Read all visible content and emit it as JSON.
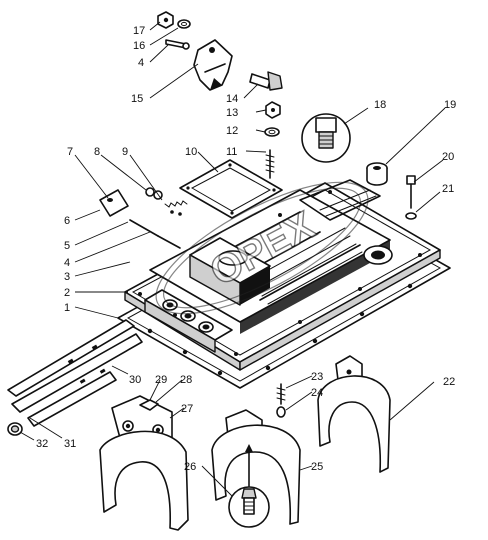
{
  "diagram": {
    "watermark_text": "OPEX",
    "callouts": [
      "1",
      "2",
      "3",
      "4",
      "4",
      "5",
      "6",
      "7",
      "8",
      "9",
      "10",
      "11",
      "12",
      "13",
      "14",
      "15",
      "16",
      "17",
      "18",
      "19",
      "20",
      "21",
      "22",
      "23",
      "24",
      "25",
      "26",
      "27",
      "28",
      "29",
      "30",
      "31",
      "32"
    ]
  }
}
